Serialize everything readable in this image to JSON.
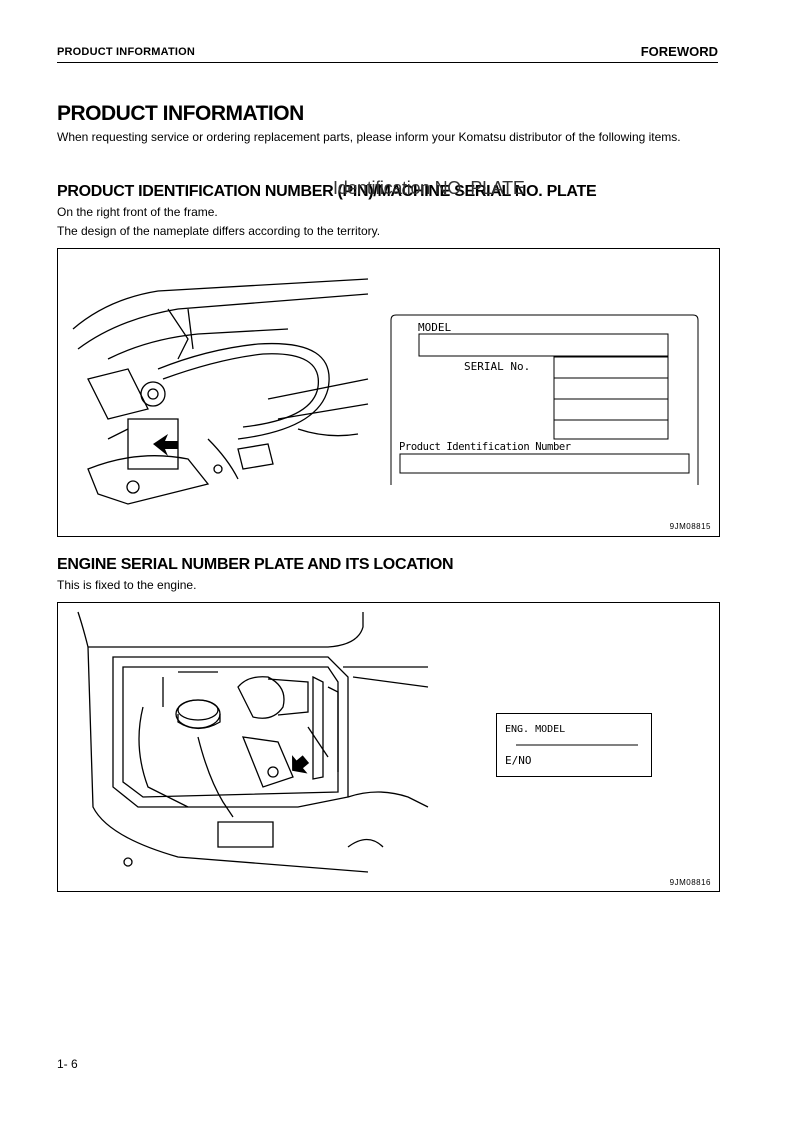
{
  "header": {
    "section": "PRODUCT INFORMATION",
    "chapter": "FOREWORD"
  },
  "main": {
    "title": "PRODUCT INFORMATION",
    "intro": "When requesting service or ordering replacement parts, please inform your Komatsu distributor of the following items."
  },
  "section1": {
    "heading": "PRODUCT IDENTIFICATION NUMBER (PIN)/MACHINE SERIAL NO. PLATE",
    "overlay_text": "Identification NO. PLATE",
    "line1": "On the right front of the frame.",
    "line2": "The design of the nameplate differs according to the territory.",
    "figure_code": "9JM08815",
    "plate": {
      "model_label": "MODEL",
      "serial_label": "SERIAL No.",
      "pin_label": "Product Identification Number"
    }
  },
  "section2": {
    "heading": "ENGINE SERIAL NUMBER PLATE AND ITS LOCATION",
    "line1": "This is fixed to the engine.",
    "figure_code": "9JM08816",
    "plate": {
      "model_label": "ENG. MODEL",
      "no_label": "E/NO"
    }
  },
  "footer": {
    "page_number": "1- 6"
  }
}
